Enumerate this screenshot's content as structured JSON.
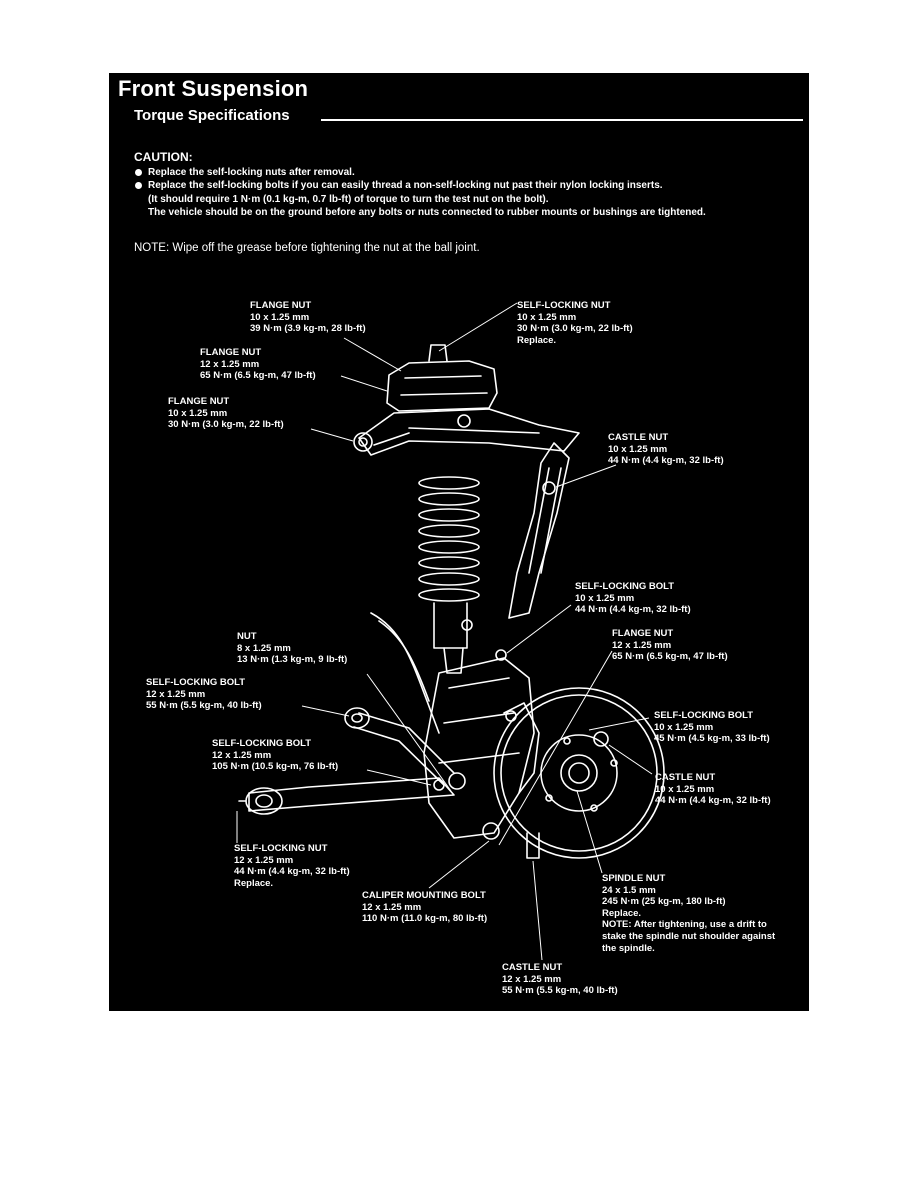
{
  "header": {
    "title": "Front Suspension",
    "subtitle": "Torque Specifications"
  },
  "caution": {
    "heading": "CAUTION:",
    "items": [
      "Replace the self-locking nuts after removal.",
      "Replace the self-locking bolts if you can easily thread a non-self-locking nut past their nylon locking inserts."
    ],
    "continuation": [
      "(It should require 1 N·m (0.1 kg-m, 0.7 lb-ft) of torque to turn the test nut on the bolt).",
      "The vehicle should be on the ground before any bolts or nuts connected to rubber mounts or bushings are tightened."
    ]
  },
  "note": "NOTE:  Wipe off the grease before tightening the nut at the ball joint.",
  "callouts": [
    {
      "lines": [
        "FLANGE NUT",
        "10 x 1.25 mm",
        "39 N·m (3.9 kg-m, 28 lb-ft)"
      ]
    },
    {
      "lines": [
        "SELF-LOCKING NUT",
        "10 x 1.25 mm",
        "30 N·m (3.0 kg-m, 22 lb-ft)",
        "Replace."
      ]
    },
    {
      "lines": [
        "FLANGE NUT",
        "12 x 1.25 mm",
        "65 N·m (6.5 kg-m, 47 lb-ft)"
      ]
    },
    {
      "lines": [
        "FLANGE NUT",
        "10 x 1.25 mm",
        "30 N·m (3.0 kg-m, 22 lb-ft)"
      ]
    },
    {
      "lines": [
        "CASTLE NUT",
        "10 x 1.25 mm",
        "44 N·m (4.4 kg-m, 32 lb-ft)"
      ]
    },
    {
      "lines": [
        "SELF-LOCKING BOLT",
        "10 x 1.25 mm",
        "44 N·m (4.4 kg-m, 32 lb-ft)"
      ]
    },
    {
      "lines": [
        "NUT",
        "8 x 1.25 mm",
        "13 N·m (1.3 kg-m, 9 lb-ft)"
      ]
    },
    {
      "lines": [
        "FLANGE NUT",
        "12 x 1.25 mm",
        "65 N·m (6.5 kg-m, 47 lb-ft)"
      ]
    },
    {
      "lines": [
        "SELF-LOCKING BOLT",
        "12 x 1.25 mm",
        "55 N·m (5.5 kg-m, 40 lb-ft)"
      ]
    },
    {
      "lines": [
        "SELF-LOCKING BOLT",
        "10 x 1.25 mm",
        "45 N·m (4.5 kg-m, 33 lb-ft)"
      ]
    },
    {
      "lines": [
        "SELF-LOCKING BOLT",
        "12 x 1.25 mm",
        "105 N·m (10.5 kg-m, 76 lb-ft)"
      ]
    },
    {
      "lines": [
        "CASTLE NUT",
        "10 x 1.25 mm",
        "44 N·m (4.4 kg-m, 32 lb-ft)"
      ]
    },
    {
      "lines": [
        "SELF-LOCKING NUT",
        "12 x 1.25 mm",
        "44 N·m (4.4 kg-m, 32 lb-ft)",
        "Replace."
      ]
    },
    {
      "lines": [
        "SPINDLE NUT",
        "24 x 1.5 mm",
        "245 N·m (25 kg-m, 180 lb-ft)",
        "Replace.",
        "NOTE: After tightening, use a drift to",
        "stake the spindle nut shoulder against",
        "the spindle."
      ]
    },
    {
      "lines": [
        "CALIPER MOUNTING BOLT",
        "12 x 1.25 mm",
        "110 N·m (11.0 kg-m, 80 lb-ft)"
      ]
    },
    {
      "lines": [
        "CASTLE NUT",
        "12 x 1.25 mm",
        "55 N·m (5.5 kg-m, 40 lb-ft)"
      ]
    }
  ]
}
